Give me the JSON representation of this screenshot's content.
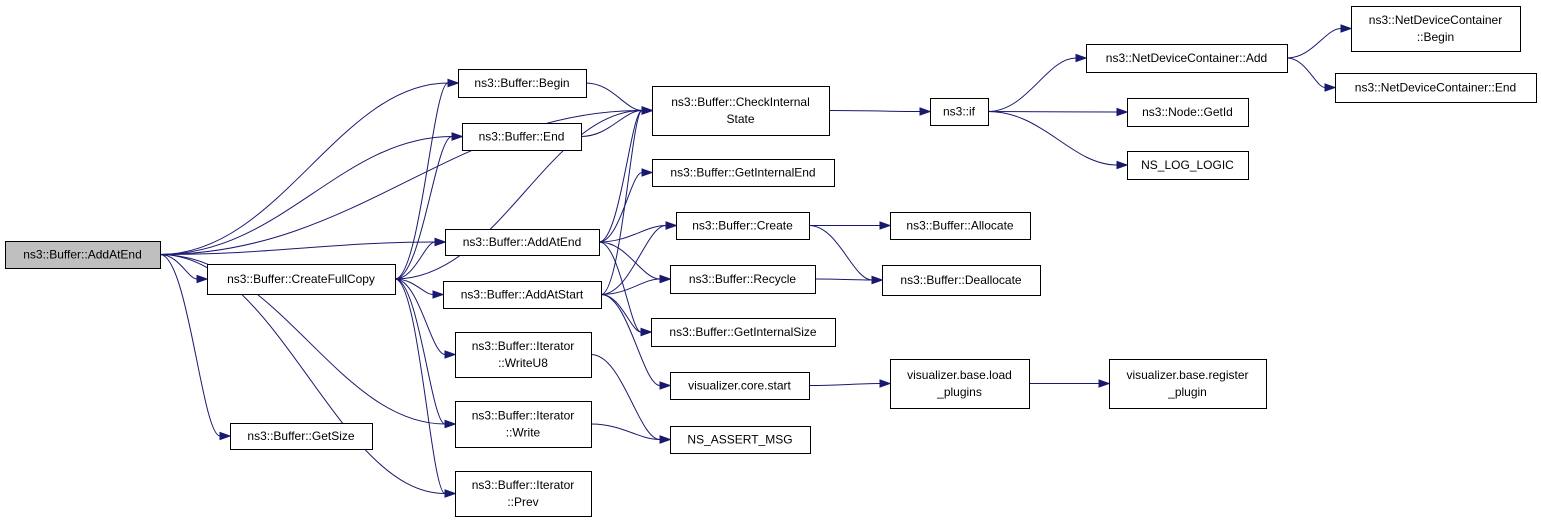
{
  "colors": {
    "edge": "#191970",
    "root_fill": "#bfbfbf",
    "node_fill": "#ffffff",
    "node_border": "#000000"
  },
  "nodes": {
    "addatend_root": {
      "lines": [
        "ns3::Buffer::AddAtEnd"
      ],
      "root": true
    },
    "createfullcopy": {
      "lines": [
        "ns3::Buffer::CreateFullCopy"
      ]
    },
    "getsize": {
      "lines": [
        "ns3::Buffer::GetSize"
      ]
    },
    "begin": {
      "lines": [
        "ns3::Buffer::Begin"
      ]
    },
    "end": {
      "lines": [
        "ns3::Buffer::End"
      ]
    },
    "addatend": {
      "lines": [
        "ns3::Buffer::AddAtEnd"
      ]
    },
    "addatstart": {
      "lines": [
        "ns3::Buffer::AddAtStart"
      ]
    },
    "writeu8": {
      "lines": [
        "ns3::Buffer::Iterator",
        "::WriteU8"
      ]
    },
    "write": {
      "lines": [
        "ns3::Buffer::Iterator",
        "::Write"
      ]
    },
    "prev": {
      "lines": [
        "ns3::Buffer::Iterator",
        "::Prev"
      ]
    },
    "checkinternal": {
      "lines": [
        "ns3::Buffer::CheckInternal",
        "State"
      ]
    },
    "getinternalend": {
      "lines": [
        "ns3::Buffer::GetInternalEnd"
      ]
    },
    "create": {
      "lines": [
        "ns3::Buffer::Create"
      ]
    },
    "recycle": {
      "lines": [
        "ns3::Buffer::Recycle"
      ]
    },
    "getinternalsize": {
      "lines": [
        "ns3::Buffer::GetInternalSize"
      ]
    },
    "vcorestart": {
      "lines": [
        "visualizer.core.start"
      ]
    },
    "nsassertmsg": {
      "lines": [
        "NS_ASSERT_MSG"
      ]
    },
    "nsif": {
      "lines": [
        "ns3::if"
      ]
    },
    "allocate": {
      "lines": [
        "ns3::Buffer::Allocate"
      ]
    },
    "deallocate": {
      "lines": [
        "ns3::Buffer::Deallocate"
      ]
    },
    "loadplugins": {
      "lines": [
        "visualizer.base.load",
        "_plugins"
      ]
    },
    "ndcadd": {
      "lines": [
        "ns3::NetDeviceContainer::Add"
      ]
    },
    "nodegetid": {
      "lines": [
        "ns3::Node::GetId"
      ]
    },
    "nsloglogic": {
      "lines": [
        "NS_LOG_LOGIC"
      ]
    },
    "registerplugin": {
      "lines": [
        "visualizer.base.register",
        "_plugin"
      ]
    },
    "ndcbegin": {
      "lines": [
        "ns3::NetDeviceContainer",
        "::Begin"
      ]
    },
    "ndcend": {
      "lines": [
        "ns3::NetDeviceContainer::End"
      ]
    }
  },
  "edges": [
    [
      "addatend_root",
      "checkinternal"
    ],
    [
      "addatend_root",
      "begin"
    ],
    [
      "addatend_root",
      "end"
    ],
    [
      "addatend_root",
      "addatend"
    ],
    [
      "addatend_root",
      "createfullcopy"
    ],
    [
      "addatend_root",
      "getsize"
    ],
    [
      "addatend_root",
      "write"
    ],
    [
      "addatend_root",
      "prev"
    ],
    [
      "createfullcopy",
      "begin"
    ],
    [
      "createfullcopy",
      "end"
    ],
    [
      "createfullcopy",
      "checkinternal"
    ],
    [
      "createfullcopy",
      "addatend"
    ],
    [
      "createfullcopy",
      "addatstart"
    ],
    [
      "createfullcopy",
      "writeu8"
    ],
    [
      "createfullcopy",
      "write"
    ],
    [
      "createfullcopy",
      "prev"
    ],
    [
      "begin",
      "checkinternal"
    ],
    [
      "end",
      "checkinternal"
    ],
    [
      "addatend",
      "checkinternal"
    ],
    [
      "addatend",
      "getinternalend"
    ],
    [
      "addatend",
      "create"
    ],
    [
      "addatend",
      "recycle"
    ],
    [
      "addatend",
      "getinternalsize"
    ],
    [
      "addatstart",
      "checkinternal"
    ],
    [
      "addatstart",
      "create"
    ],
    [
      "addatstart",
      "recycle"
    ],
    [
      "addatstart",
      "getinternalsize"
    ],
    [
      "addatstart",
      "vcorestart"
    ],
    [
      "writeu8",
      "nsassertmsg"
    ],
    [
      "write",
      "nsassertmsg"
    ],
    [
      "checkinternal",
      "nsif"
    ],
    [
      "create",
      "allocate"
    ],
    [
      "create",
      "deallocate"
    ],
    [
      "recycle",
      "deallocate"
    ],
    [
      "vcorestart",
      "loadplugins"
    ],
    [
      "loadplugins",
      "registerplugin"
    ],
    [
      "nsif",
      "ndcadd"
    ],
    [
      "nsif",
      "nodegetid"
    ],
    [
      "nsif",
      "nsloglogic"
    ],
    [
      "ndcadd",
      "ndcbegin"
    ],
    [
      "ndcadd",
      "ndcend"
    ]
  ]
}
